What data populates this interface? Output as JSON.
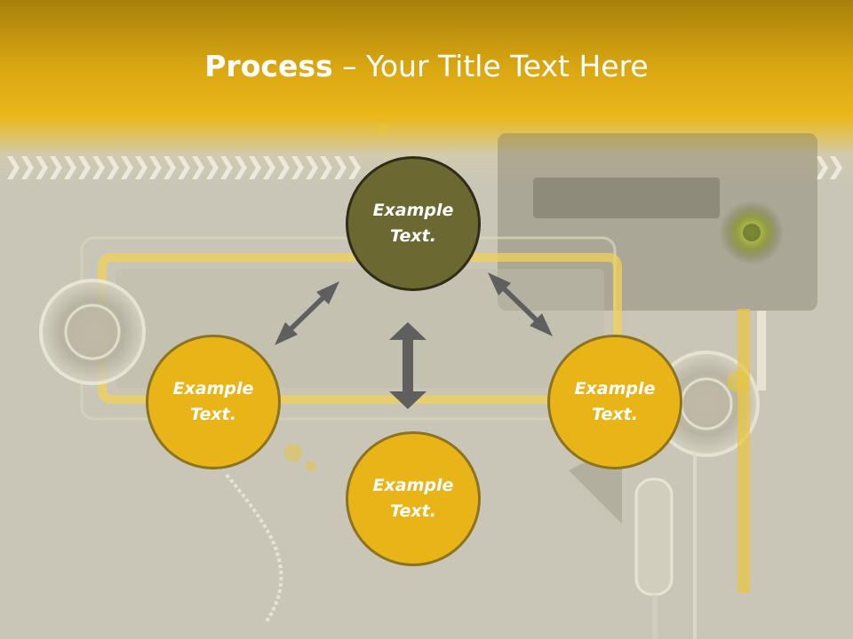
{
  "slide": {
    "title_bold": "Process",
    "title_rest": " – Your Title Text Here"
  },
  "colors": {
    "header_gold": "#e8b417",
    "node_gold": "#e8b417",
    "node_olive": "#6b6832",
    "arrow_gray": "#5f5f5f",
    "background": "#c9c6b8"
  },
  "diagram": {
    "nodes": [
      {
        "id": "top",
        "label": "Example Text."
      },
      {
        "id": "left",
        "label": "Example Text."
      },
      {
        "id": "right",
        "label": "Example Text."
      },
      {
        "id": "bottom",
        "label": "Example Text."
      }
    ],
    "arrows": [
      {
        "from": "top",
        "to": "left",
        "style": "double-headed"
      },
      {
        "from": "top",
        "to": "right",
        "style": "double-headed"
      },
      {
        "from": "top",
        "to": "bottom",
        "style": "double-headed"
      }
    ]
  }
}
